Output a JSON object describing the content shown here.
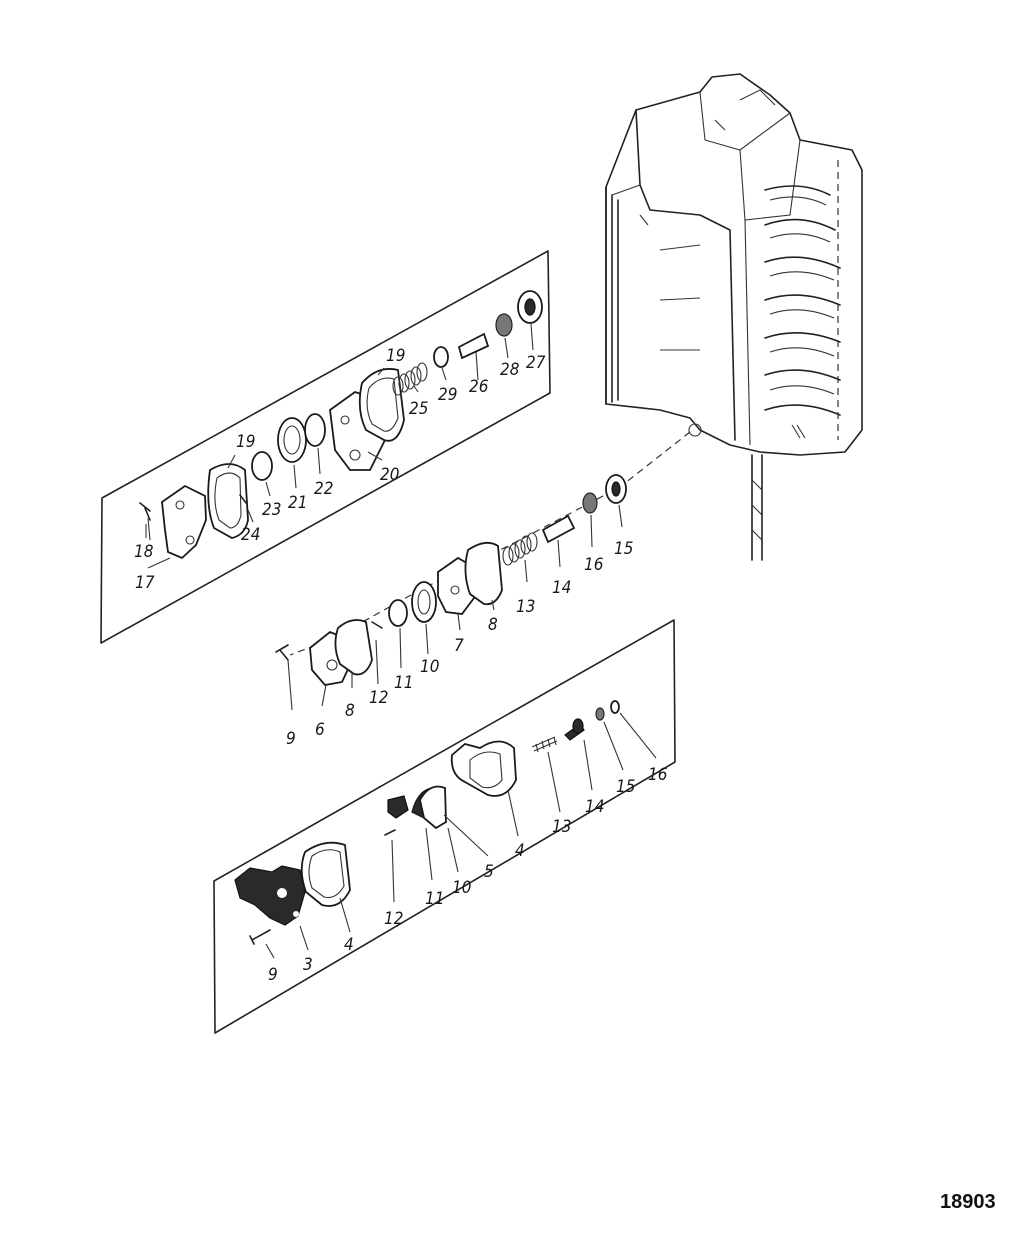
{
  "figure_number": "18903",
  "upper_panel": {
    "labels": [
      "17",
      "18",
      "24",
      "19",
      "23",
      "21",
      "22",
      "20",
      "19",
      "25",
      "29",
      "26",
      "28",
      "27"
    ]
  },
  "middle_group": {
    "labels": [
      "9",
      "6",
      "8",
      "12",
      "11",
      "10",
      "7",
      "8",
      "13",
      "14",
      "16",
      "15"
    ]
  },
  "lower_panel": {
    "labels": [
      "9",
      "3",
      "4",
      "12",
      "11",
      "10",
      "5",
      "4",
      "13",
      "14",
      "15",
      "16"
    ]
  }
}
